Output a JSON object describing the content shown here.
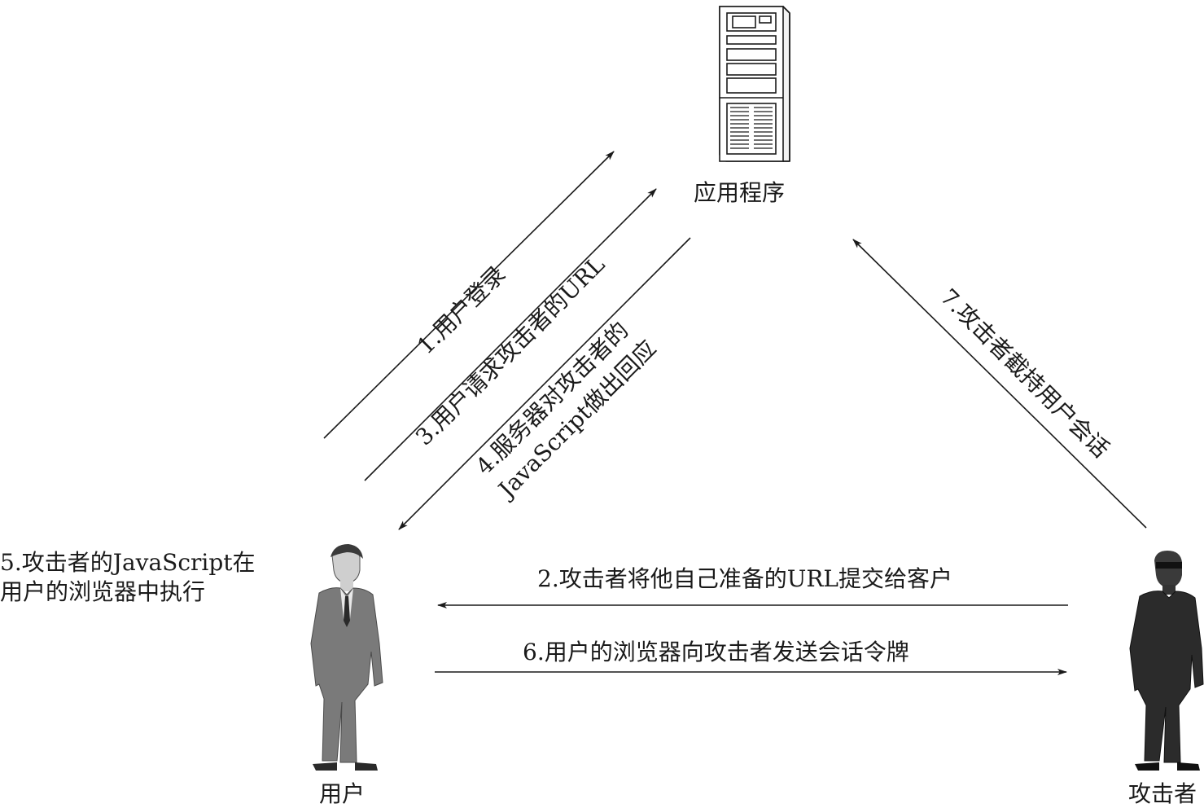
{
  "nodes": {
    "application": {
      "label": "应用程序"
    },
    "user": {
      "label": "用户"
    },
    "attacker": {
      "label": "攻击者"
    }
  },
  "steps": {
    "s1": "1.用户登录",
    "s2": "2.攻击者将他自己准备的URL提交给客户",
    "s3": "3.用户请求攻击者的URL",
    "s4_line1": "4.服务器对攻击者的",
    "s4_line2": "JavaScript做出回应",
    "s5_line1": "5.攻击者的JavaScript在",
    "s5_line2": "用户的浏览器中执行",
    "s6": "6.用户的浏览器向攻击者发送会话令牌",
    "s7": "7.攻击者截持用户会话"
  },
  "colors": {
    "line": "#1a1a1a",
    "user_suit": "#7a7a7a",
    "attacker_suit": "#2b2b2b"
  }
}
